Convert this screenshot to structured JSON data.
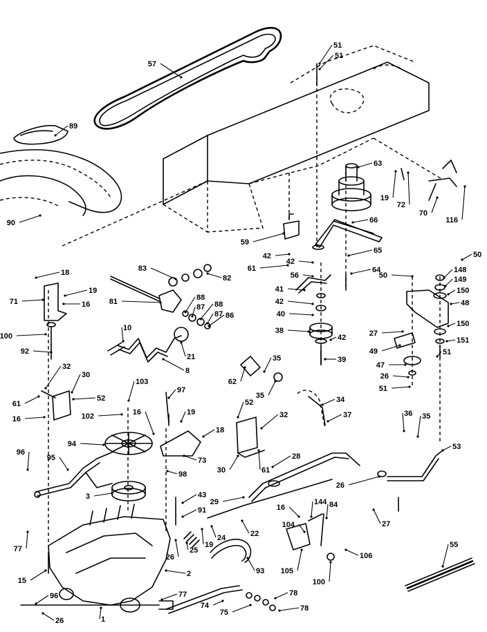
{
  "callouts": [
    {
      "text": "57"
    },
    {
      "text": "51"
    },
    {
      "text": "51"
    },
    {
      "text": "89"
    },
    {
      "text": "63"
    },
    {
      "text": "19"
    },
    {
      "text": "72"
    },
    {
      "text": "70"
    },
    {
      "text": "116"
    },
    {
      "text": "90"
    },
    {
      "text": "59"
    },
    {
      "text": "66"
    },
    {
      "text": "42"
    },
    {
      "text": "42"
    },
    {
      "text": "65"
    },
    {
      "text": "61"
    },
    {
      "text": "56"
    },
    {
      "text": "64"
    },
    {
      "text": "41"
    },
    {
      "text": "42"
    },
    {
      "text": "40"
    },
    {
      "text": "38"
    },
    {
      "text": "42"
    },
    {
      "text": "39"
    },
    {
      "text": "83"
    },
    {
      "text": "82"
    },
    {
      "text": "81"
    },
    {
      "text": "88"
    },
    {
      "text": "87"
    },
    {
      "text": "88"
    },
    {
      "text": "87"
    },
    {
      "text": "86"
    },
    {
      "text": "18"
    },
    {
      "text": "19"
    },
    {
      "text": "71"
    },
    {
      "text": "16"
    },
    {
      "text": "100"
    },
    {
      "text": "92"
    },
    {
      "text": "10"
    },
    {
      "text": "21"
    },
    {
      "text": "8"
    },
    {
      "text": "50"
    },
    {
      "text": "50"
    },
    {
      "text": "148"
    },
    {
      "text": "149"
    },
    {
      "text": "150"
    },
    {
      "text": "48"
    },
    {
      "text": "150"
    },
    {
      "text": "27"
    },
    {
      "text": "151"
    },
    {
      "text": "49"
    },
    {
      "text": "51"
    },
    {
      "text": "47"
    },
    {
      "text": "26"
    },
    {
      "text": "51"
    },
    {
      "text": "32"
    },
    {
      "text": "30"
    },
    {
      "text": "61"
    },
    {
      "text": "52"
    },
    {
      "text": "16"
    },
    {
      "text": "103"
    },
    {
      "text": "97"
    },
    {
      "text": "102"
    },
    {
      "text": "16"
    },
    {
      "text": "19"
    },
    {
      "text": "18"
    },
    {
      "text": "94"
    },
    {
      "text": "73"
    },
    {
      "text": "98"
    },
    {
      "text": "62"
    },
    {
      "text": "35"
    },
    {
      "text": "35"
    },
    {
      "text": "52"
    },
    {
      "text": "32"
    },
    {
      "text": "30"
    },
    {
      "text": "61"
    },
    {
      "text": "34"
    },
    {
      "text": "37"
    },
    {
      "text": "36"
    },
    {
      "text": "35"
    },
    {
      "text": "53"
    },
    {
      "text": "96"
    },
    {
      "text": "95"
    },
    {
      "text": "3"
    },
    {
      "text": "43"
    },
    {
      "text": "91"
    },
    {
      "text": "28"
    },
    {
      "text": "29"
    },
    {
      "text": "26"
    },
    {
      "text": "27"
    },
    {
      "text": "16"
    },
    {
      "text": "144"
    },
    {
      "text": "84"
    },
    {
      "text": "104"
    },
    {
      "text": "106"
    },
    {
      "text": "105"
    },
    {
      "text": "100"
    },
    {
      "text": "22"
    },
    {
      "text": "77"
    },
    {
      "text": "19"
    },
    {
      "text": "24"
    },
    {
      "text": "26"
    },
    {
      "text": "25"
    },
    {
      "text": "15"
    },
    {
      "text": "2"
    },
    {
      "text": "93"
    },
    {
      "text": "96"
    },
    {
      "text": "77"
    },
    {
      "text": "78"
    },
    {
      "text": "74"
    },
    {
      "text": "75"
    },
    {
      "text": "78"
    },
    {
      "text": "26"
    },
    {
      "text": "1"
    },
    {
      "text": "55"
    }
  ]
}
